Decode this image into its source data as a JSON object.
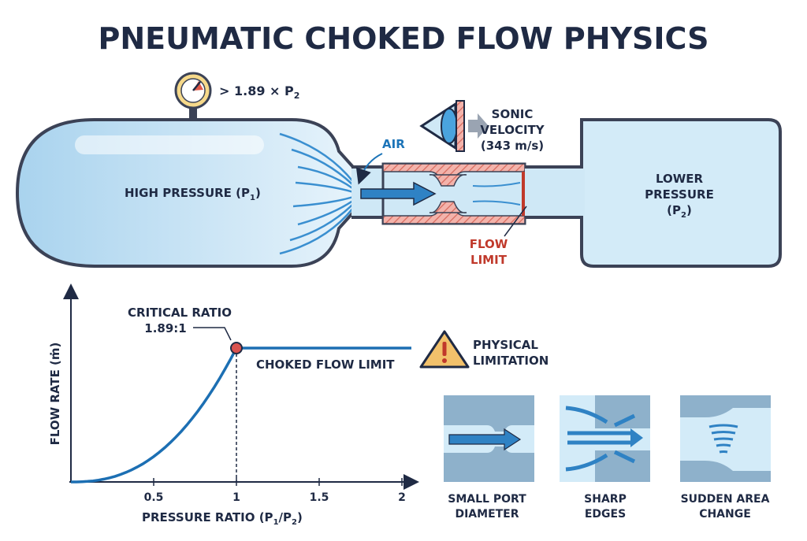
{
  "title": "PNEUMATIC CHOKED FLOW PHYSICS",
  "gauge": {
    "label_prefix": "> 1.89 × P",
    "label_sub": "2"
  },
  "tank_high": {
    "label_prefix": "HIGH PRESSURE (P",
    "label_sub": "1",
    "label_suffix": ")"
  },
  "air_label": "AIR",
  "sonic": {
    "line1": "SONIC",
    "line2": "VELOCITY",
    "line3": "(343 m/s)"
  },
  "flow_limit": {
    "line1": "FLOW",
    "line2": "LIMIT"
  },
  "tank_low": {
    "line1": "LOWER",
    "line2": "PRESSURE",
    "line3_prefix": "(P",
    "line3_sub": "2",
    "line3_suffix": ")"
  },
  "chart_data": {
    "type": "line",
    "xlabel_prefix": "PRESSURE RATIO (P",
    "xlabel_sub1": "1",
    "xlabel_mid": "/P",
    "xlabel_sub2": "2",
    "xlabel_suffix": ")",
    "ylabel": "FLOW RATE (ṁ)",
    "xticks": [
      "0.5",
      "1",
      "1.5",
      "2"
    ],
    "xlim": [
      0,
      2
    ],
    "series": [
      {
        "x": [
          0,
          0.25,
          0.5,
          0.75,
          1.0,
          1.5,
          2.0
        ],
        "y": [
          0,
          0.03,
          0.17,
          0.45,
          1.0,
          1.0,
          1.0
        ]
      }
    ],
    "critical_point": {
      "x": 1,
      "y": 1
    },
    "critical_label": "CRITICAL RATIO",
    "critical_value": "1.89:1",
    "plateau_label": "CHOKED FLOW LIMIT"
  },
  "warning": {
    "line1": "PHYSICAL",
    "line2": "LIMITATION"
  },
  "causes": [
    {
      "line1": "SMALL PORT",
      "line2": "DIAMETER"
    },
    {
      "line1": "SHARP",
      "line2": "EDGES"
    },
    {
      "line1": "SUDDEN AREA",
      "line2": "CHANGE"
    }
  ],
  "colors": {
    "navy": "#1f2a44",
    "blue": "#1c74b8",
    "red": "#c0392b",
    "tank_fill": "#cfe8f6",
    "hatch": "#e99a92"
  }
}
